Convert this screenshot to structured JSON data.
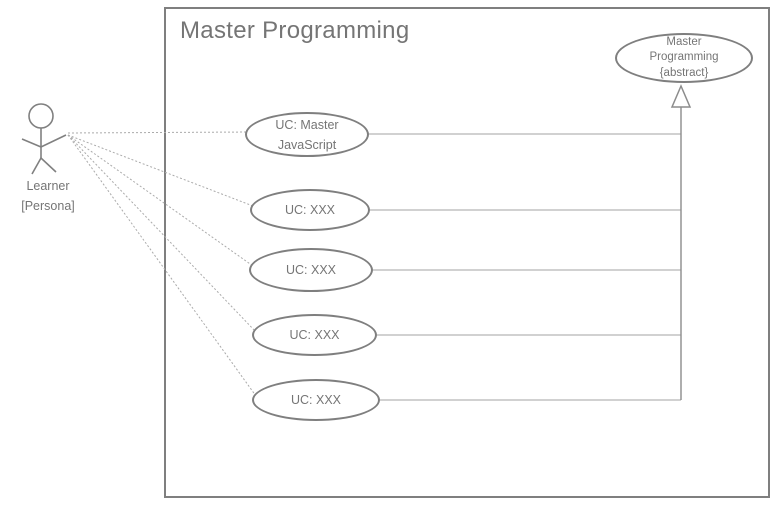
{
  "diagram": {
    "system": {
      "title": "Master Programming"
    },
    "actor": {
      "name": "Learner",
      "stereotype": "[Persona]"
    },
    "usecases": [
      {
        "label": "UC: Master\nJavaScript"
      },
      {
        "label": "UC: XXX"
      },
      {
        "label": "UC: XXX"
      },
      {
        "label": "UC: XXX"
      },
      {
        "label": "UC: XXX"
      }
    ],
    "abstract_usecase": {
      "label": "Master\nProgramming\n{abstract}"
    },
    "colors": {
      "shape_border": "#7f7f7f",
      "text": "#757575",
      "association_line": "#ababab",
      "generalization_line": "#8c8c8c",
      "background": "#ffffff"
    }
  }
}
